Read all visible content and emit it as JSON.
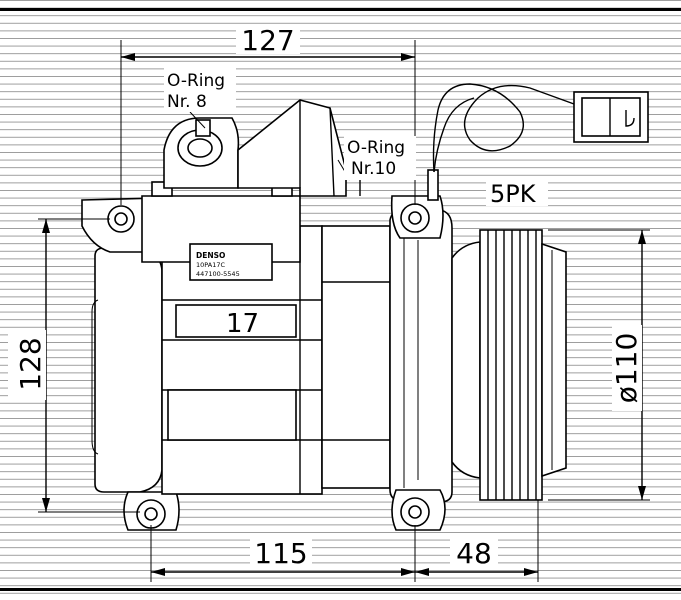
{
  "dimensions": {
    "top_width": "127",
    "height": "128",
    "diameter": "ø110",
    "bottom_left": "115",
    "bottom_right": "48"
  },
  "labels": {
    "oring8_line1": "O-Ring",
    "oring8_line2": "Nr. 8",
    "oring10_line1": "O-Ring",
    "oring10_line2": "Nr.10",
    "belt": "5PK",
    "part_number": "17"
  },
  "nameplate": {
    "brand": "DENSO",
    "model": "10PA17C",
    "code": "447100-5545"
  }
}
